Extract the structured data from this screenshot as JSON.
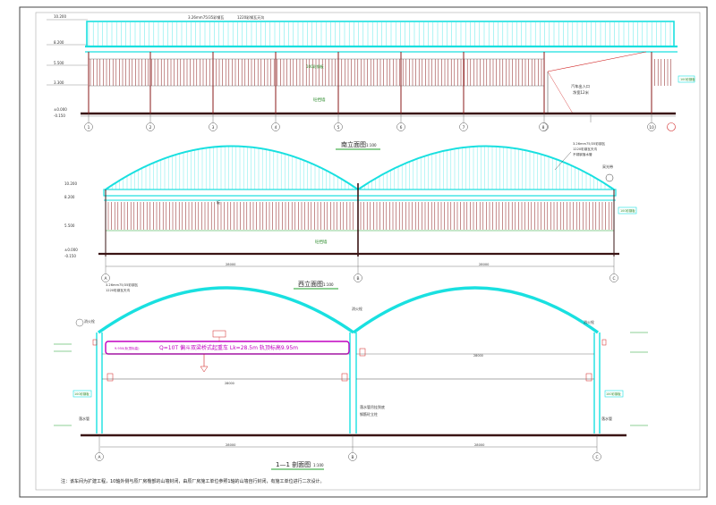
{
  "south": {
    "title": "南立面图",
    "scale": "1:100",
    "axes": [
      "1",
      "2",
      "3",
      "4",
      "5",
      "6",
      "7",
      "8",
      "9",
      "10"
    ],
    "note_top": "3.26mm75/35彩钢瓦",
    "note_top2": "1220彩钢瓦天沟",
    "label_gate_1": "汽车出入口",
    "label_gate_2": "净宽12米",
    "label_base": "砼挡墙",
    "label_panel": "100彩钢板",
    "label_side": "100彩钢板",
    "levels": [
      "10.200",
      "8.200",
      "5.500",
      "3.300",
      "±0.000",
      "-0.150"
    ]
  },
  "west": {
    "title": "西立面图",
    "scale": "1:100",
    "axes": [
      "A",
      "B",
      "C"
    ],
    "note_1": "3.26mm75/35彩钢瓦",
    "note_2": "1220彩钢瓦天沟",
    "note_3": "不锈钢落水管",
    "label_louver": "采光带",
    "label_mid": "板",
    "label_base": "砼挡墙",
    "label_panel": "100彩钢板",
    "dim_span_left": "28000",
    "dim_span_right": "28000",
    "levels": [
      "10.200",
      "8.200",
      "5.500",
      "±0.000",
      "-0.150"
    ]
  },
  "section": {
    "title": "1—1 剖面图",
    "scale": "1:100",
    "axes": [
      "A",
      "B",
      "C"
    ],
    "crane": "Q=10T 偏斗双梁桥式起重车 Lk=28.5m 轨顶标高9.95m",
    "rail_left": "9.950(轨顶标高)",
    "label_fire": "消火栓",
    "label_fire_mid": "消火栓",
    "label_fire_right": "消火栓",
    "label_drain": "落水管",
    "label_drain_r": "落水管",
    "label_pile_1": "落水管吊挂到底",
    "label_pile_2": "钢筋砼立柱",
    "label_side_l": "100彩钢板",
    "label_side_r": "100彩钢板",
    "dim_span_left": "28000",
    "dim_span_right": "28000",
    "note_1": "3.26mm75/35彩钢瓦",
    "note_2": "1220彩钢瓦天沟"
  },
  "footnote": "注：该车间为扩建工程，10轴外侧与原厂房檐部的山墙封闭，由原厂房施工单位参照1轴的山墙自行封闭，有施工单位进行二次设计。",
  "colors": {
    "cyan": "#19e0e0",
    "green": "#1fa02a",
    "dark": "#3a1414",
    "magenta": "#c000c0",
    "red": "#d02020",
    "grid": "#4a4a4a"
  }
}
